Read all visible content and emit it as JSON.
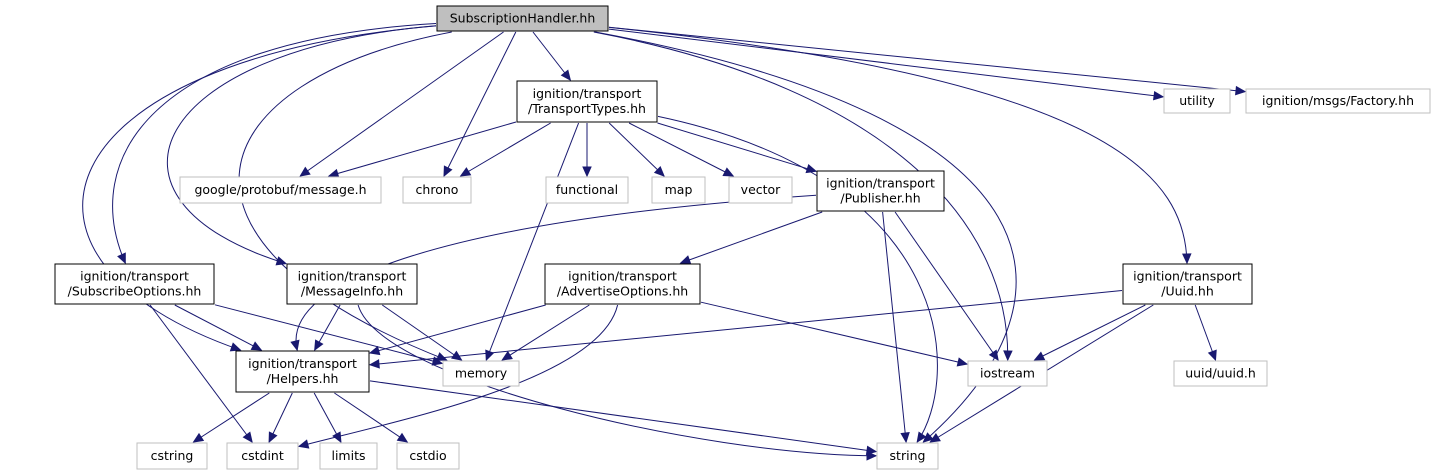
{
  "diagram": {
    "nodes": [
      {
        "id": "root",
        "kind": "root",
        "lines": [
          "SubscriptionHandler.hh"
        ]
      },
      {
        "id": "tt",
        "kind": "local",
        "lines": [
          "ignition/transport",
          "/TransportTypes.hh"
        ]
      },
      {
        "id": "utility",
        "kind": "system",
        "lines": [
          "utility"
        ]
      },
      {
        "id": "factory",
        "kind": "system",
        "lines": [
          "ignition/msgs/Factory.hh"
        ]
      },
      {
        "id": "protobuf",
        "kind": "system",
        "lines": [
          "google/protobuf/message.h"
        ]
      },
      {
        "id": "chrono",
        "kind": "system",
        "lines": [
          "chrono"
        ]
      },
      {
        "id": "functional",
        "kind": "system",
        "lines": [
          "functional"
        ]
      },
      {
        "id": "map",
        "kind": "system",
        "lines": [
          "map"
        ]
      },
      {
        "id": "vector",
        "kind": "system",
        "lines": [
          "vector"
        ]
      },
      {
        "id": "pub",
        "kind": "local",
        "lines": [
          "ignition/transport",
          "/Publisher.hh"
        ]
      },
      {
        "id": "sub",
        "kind": "local",
        "lines": [
          "ignition/transport",
          "/SubscribeOptions.hh"
        ]
      },
      {
        "id": "mi",
        "kind": "local",
        "lines": [
          "ignition/transport",
          "/MessageInfo.hh"
        ]
      },
      {
        "id": "ao",
        "kind": "local",
        "lines": [
          "ignition/transport",
          "/AdvertiseOptions.hh"
        ]
      },
      {
        "id": "uuid",
        "kind": "local",
        "lines": [
          "ignition/transport",
          "/Uuid.hh"
        ]
      },
      {
        "id": "helpers",
        "kind": "local",
        "lines": [
          "ignition/transport",
          "/Helpers.hh"
        ]
      },
      {
        "id": "memory",
        "kind": "system",
        "lines": [
          "memory"
        ]
      },
      {
        "id": "iostream",
        "kind": "system",
        "lines": [
          "iostream"
        ]
      },
      {
        "id": "uuidh",
        "kind": "system",
        "lines": [
          "uuid/uuid.h"
        ]
      },
      {
        "id": "cstring",
        "kind": "system",
        "lines": [
          "cstring"
        ]
      },
      {
        "id": "cstdint",
        "kind": "system",
        "lines": [
          "cstdint"
        ]
      },
      {
        "id": "limits",
        "kind": "system",
        "lines": [
          "limits"
        ]
      },
      {
        "id": "cstdio",
        "kind": "system",
        "lines": [
          "cstdio"
        ]
      },
      {
        "id": "string",
        "kind": "system",
        "lines": [
          "string"
        ]
      }
    ],
    "edges": [
      {
        "from": "root",
        "to": "tt"
      },
      {
        "from": "root",
        "to": "utility"
      },
      {
        "from": "root",
        "to": "factory"
      },
      {
        "from": "root",
        "to": "protobuf"
      },
      {
        "from": "root",
        "to": "chrono"
      },
      {
        "from": "root",
        "to": "memory"
      },
      {
        "from": "root",
        "to": "iostream"
      },
      {
        "from": "root",
        "to": "string"
      },
      {
        "from": "root",
        "to": "uuid"
      },
      {
        "from": "root",
        "to": "sub"
      },
      {
        "from": "root",
        "to": "mi"
      },
      {
        "from": "root",
        "to": "helpers"
      },
      {
        "from": "tt",
        "to": "protobuf"
      },
      {
        "from": "tt",
        "to": "chrono"
      },
      {
        "from": "tt",
        "to": "functional"
      },
      {
        "from": "tt",
        "to": "map"
      },
      {
        "from": "tt",
        "to": "vector"
      },
      {
        "from": "tt",
        "to": "pub"
      },
      {
        "from": "tt",
        "to": "memory"
      },
      {
        "from": "tt",
        "to": "string"
      },
      {
        "from": "pub",
        "to": "ao"
      },
      {
        "from": "pub",
        "to": "helpers"
      },
      {
        "from": "pub",
        "to": "iostream"
      },
      {
        "from": "pub",
        "to": "string"
      },
      {
        "from": "sub",
        "to": "helpers"
      },
      {
        "from": "sub",
        "to": "memory"
      },
      {
        "from": "sub",
        "to": "cstdint"
      },
      {
        "from": "mi",
        "to": "helpers"
      },
      {
        "from": "mi",
        "to": "memory"
      },
      {
        "from": "mi",
        "to": "string"
      },
      {
        "from": "ao",
        "to": "helpers"
      },
      {
        "from": "ao",
        "to": "memory"
      },
      {
        "from": "ao",
        "to": "iostream"
      },
      {
        "from": "ao",
        "to": "cstdint"
      },
      {
        "from": "uuid",
        "to": "helpers"
      },
      {
        "from": "uuid",
        "to": "iostream"
      },
      {
        "from": "uuid",
        "to": "uuidh"
      },
      {
        "from": "uuid",
        "to": "string"
      },
      {
        "from": "helpers",
        "to": "cstring"
      },
      {
        "from": "helpers",
        "to": "cstdint"
      },
      {
        "from": "helpers",
        "to": "limits"
      },
      {
        "from": "helpers",
        "to": "cstdio"
      },
      {
        "from": "helpers",
        "to": "string"
      }
    ]
  }
}
